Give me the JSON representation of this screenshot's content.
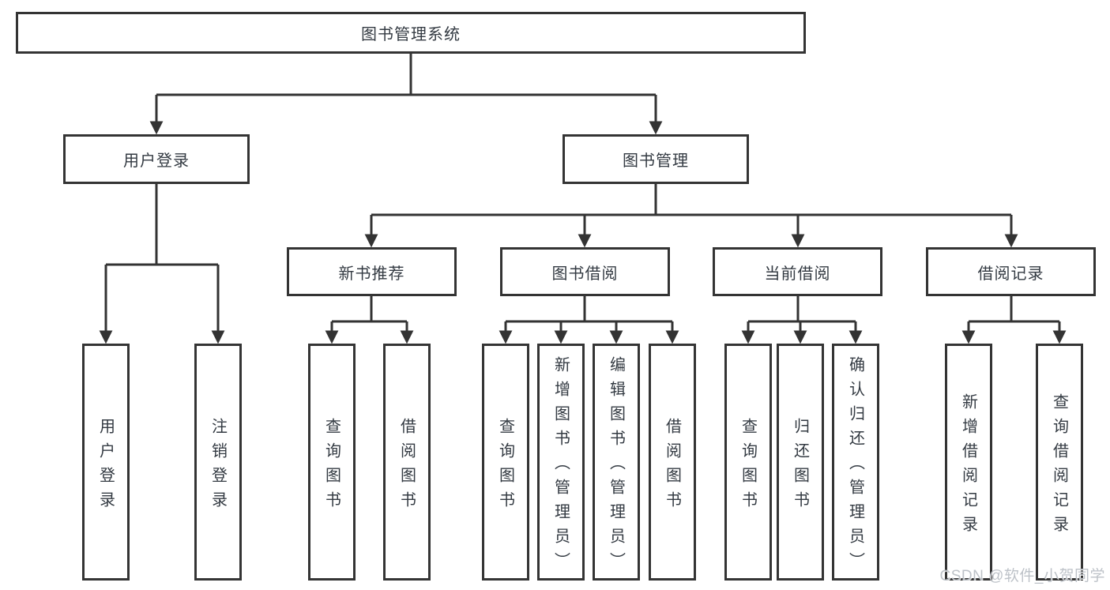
{
  "diagram": {
    "root_label": "图书管理系统",
    "user_branch": {
      "label": "用户登录",
      "children": [
        {
          "label": "用户登录"
        },
        {
          "label": "注销登录"
        }
      ]
    },
    "mgmt_branch": {
      "label": "图书管理",
      "groups": [
        {
          "label": "新书推荐",
          "children": [
            {
              "label": "查询图书"
            },
            {
              "label": "借阅图书"
            }
          ]
        },
        {
          "label": "图书借阅",
          "children": [
            {
              "label": "查询图书"
            },
            {
              "label": "新增图书（管理员）"
            },
            {
              "label": "编辑图书（管理员）"
            },
            {
              "label": "借阅图书"
            }
          ]
        },
        {
          "label": "当前借阅",
          "children": [
            {
              "label": "查询图书"
            },
            {
              "label": "归还图书"
            },
            {
              "label": "确认归还（管理员）"
            }
          ]
        },
        {
          "label": "借阅记录",
          "children": [
            {
              "label": "新增借阅记录"
            },
            {
              "label": "查询借阅记录"
            }
          ]
        }
      ]
    }
  },
  "watermark": "CSDN @软件_小贺同学",
  "colors": {
    "line": "#333333",
    "border": "#343434",
    "text": "#333a42",
    "watermark": "#b9bfc5",
    "background": "#ffffff"
  }
}
